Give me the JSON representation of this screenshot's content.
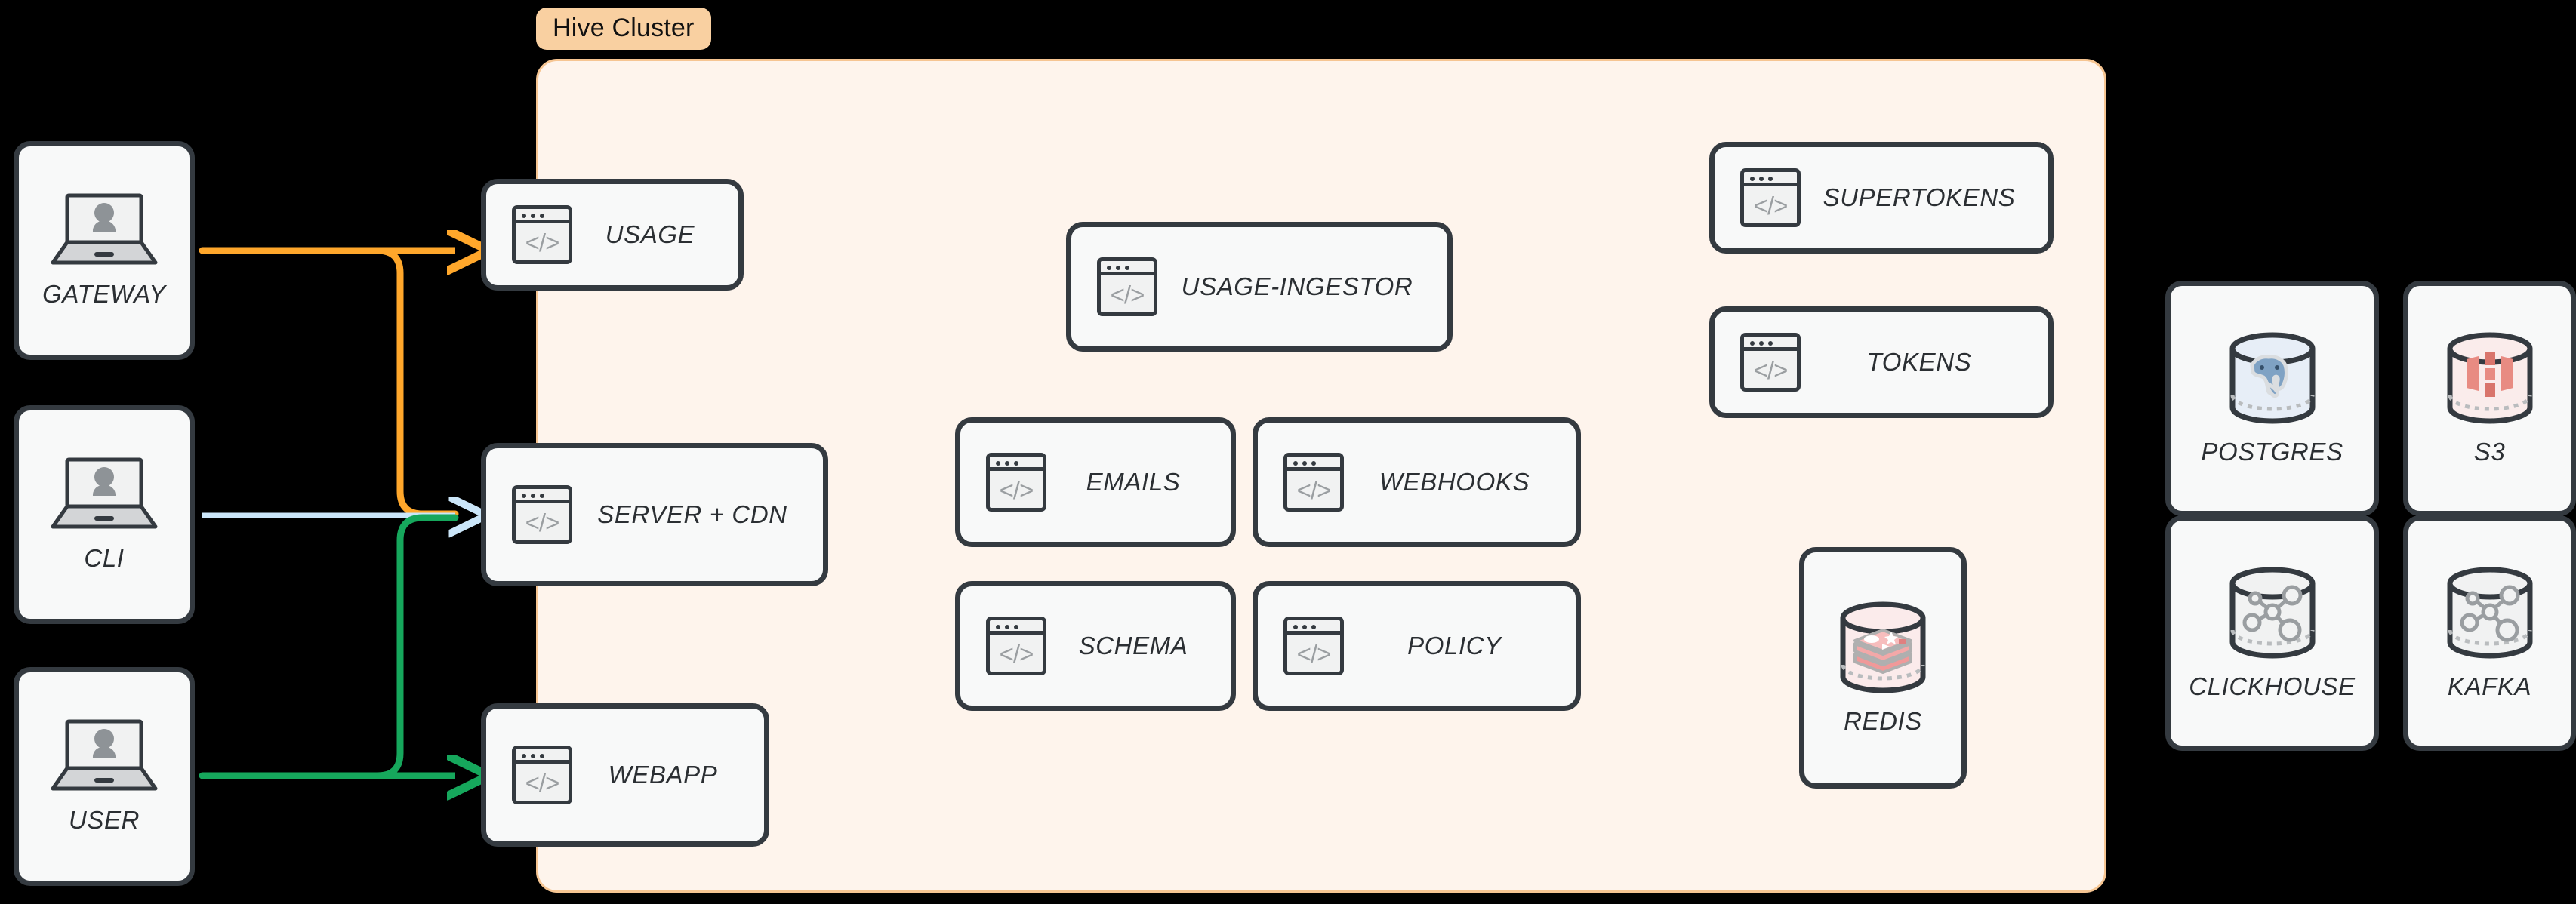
{
  "cluster": {
    "badge_label": "Hive Cluster",
    "panel_bg": "#FEF4EC",
    "panel_border": "#F6C592",
    "badge_bg": "#F9D0A1"
  },
  "icons": {
    "code_glyph": "</>",
    "laptop": "laptop-user-icon",
    "database": "database-cylinder-icon"
  },
  "clients": [
    {
      "label": "GATEWAY",
      "icon": "laptop-user-icon"
    },
    {
      "label": "CLI",
      "icon": "laptop-user-icon"
    },
    {
      "label": "USER",
      "icon": "laptop-user-icon"
    }
  ],
  "edge_services": [
    {
      "label": "USAGE",
      "icon": "code-window-icon"
    },
    {
      "label": "SERVER + CDN",
      "icon": "code-window-icon"
    },
    {
      "label": "WEBAPP",
      "icon": "code-window-icon"
    }
  ],
  "cluster_services": [
    {
      "label": "USAGE-INGESTOR",
      "icon": "code-window-icon"
    },
    {
      "label": "EMAILS",
      "icon": "code-window-icon"
    },
    {
      "label": "WEBHOOKS",
      "icon": "code-window-icon"
    },
    {
      "label": "SCHEMA",
      "icon": "code-window-icon"
    },
    {
      "label": "POLICY",
      "icon": "code-window-icon"
    },
    {
      "label": "SUPERTOKENS",
      "icon": "code-window-icon"
    },
    {
      "label": "TOKENS",
      "icon": "code-window-icon"
    }
  ],
  "cluster_datastores": [
    {
      "label": "REDIS",
      "icon": "redis-database-icon",
      "accent": "#F0A0A0"
    }
  ],
  "external_datastores": [
    {
      "label": "POSTGRES",
      "icon": "postgres-database-icon",
      "accent": "#7FA2C4"
    },
    {
      "label": "S3",
      "icon": "s3-database-icon",
      "accent": "#E88B82"
    },
    {
      "label": "CLICKHOUSE",
      "icon": "generic-database-icon",
      "accent": "#9A9EA1"
    },
    {
      "label": "KAFKA",
      "icon": "generic-database-icon",
      "accent": "#9A9EA1"
    }
  ],
  "connections": [
    {
      "from": "GATEWAY",
      "to": "USAGE",
      "color": "#FFA72B"
    },
    {
      "from": "GATEWAY",
      "to": "SERVER + CDN",
      "color": "#FFA72B"
    },
    {
      "from": "CLI",
      "to": "SERVER + CDN",
      "color": "#CBE6F9"
    },
    {
      "from": "USER",
      "to": "SERVER + CDN",
      "color": "#16A75C"
    },
    {
      "from": "USER",
      "to": "WEBAPP",
      "color": "#16A75C"
    }
  ],
  "palette": {
    "background": "#000000",
    "node_fill": "#F8F9F9",
    "node_stroke": "#343A40",
    "icon_gray": "#9A9EA1",
    "orange": "#FFA72B",
    "light_blue": "#CBE6F9",
    "green": "#16A75C"
  }
}
